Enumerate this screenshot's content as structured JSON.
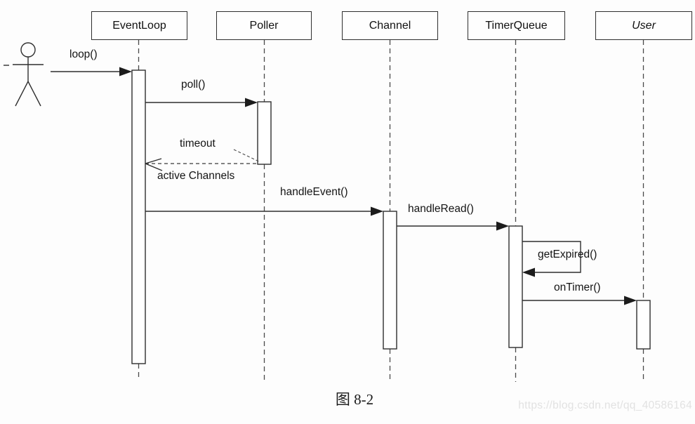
{
  "colors": {
    "line": "#2e2e2e",
    "background": "#fdfdfd",
    "watermark_text": "#e2e2e2"
  },
  "diagram": {
    "type": "uml-sequence",
    "caption": "图 8-2",
    "watermark": "https://blog.csdn.net/qq_40586164",
    "actor": {
      "role": "external-user-actor"
    },
    "lifelines": [
      {
        "label": "EventLoop",
        "style": "normal"
      },
      {
        "label": "Poller",
        "style": "normal"
      },
      {
        "label": "Channel",
        "style": "normal"
      },
      {
        "label": "TimerQueue",
        "style": "normal"
      },
      {
        "label": "User",
        "style": "italic"
      }
    ],
    "messages": [
      {
        "label": "loop()",
        "from": "actor",
        "to": "EventLoop",
        "kind": "sync-call"
      },
      {
        "label": "poll()",
        "from": "EventLoop",
        "to": "Poller",
        "kind": "sync-call"
      },
      {
        "label": "timeout",
        "from": "Poller",
        "to": "EventLoop",
        "kind": "dashed-return"
      },
      {
        "label": "active Channels",
        "from": "Poller",
        "to": "EventLoop",
        "kind": "return-annotation"
      },
      {
        "label": "handleEvent()",
        "from": "EventLoop",
        "to": "Channel",
        "kind": "sync-call"
      },
      {
        "label": "handleRead()",
        "from": "Channel",
        "to": "TimerQueue",
        "kind": "sync-call"
      },
      {
        "label": "getExpired()",
        "from": "TimerQueue",
        "to": "TimerQueue",
        "kind": "self-call"
      },
      {
        "label": "onTimer()",
        "from": "TimerQueue",
        "to": "User",
        "kind": "sync-call"
      }
    ]
  }
}
